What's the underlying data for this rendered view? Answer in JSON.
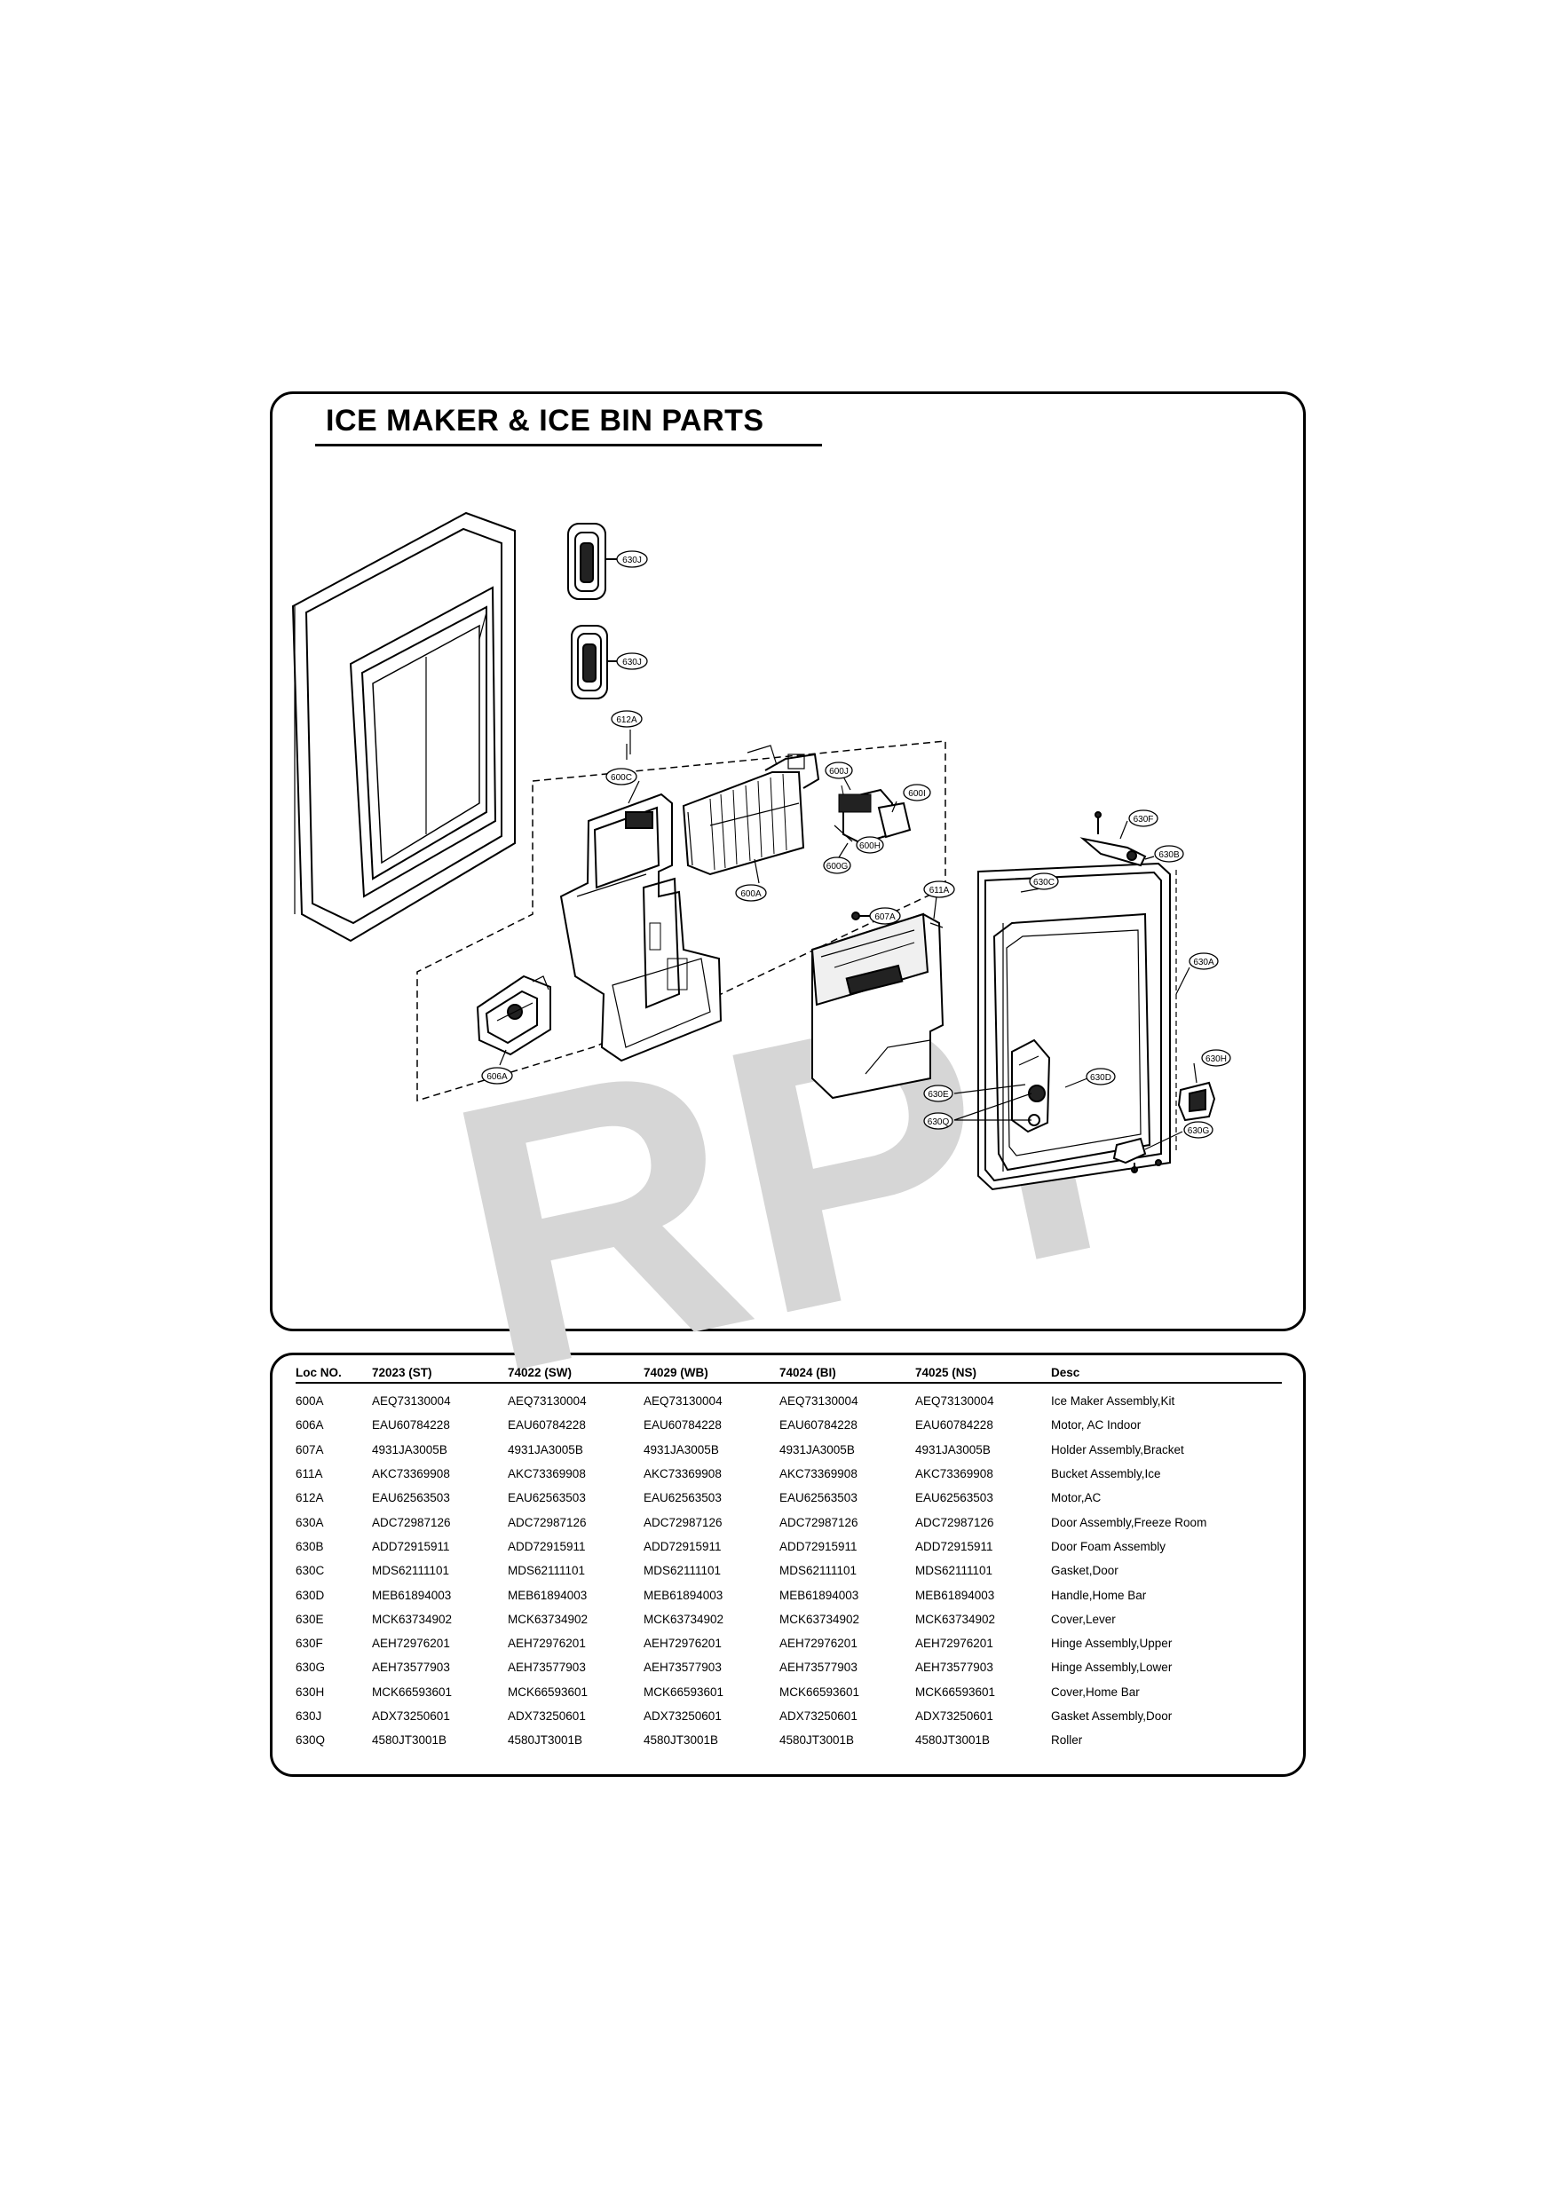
{
  "title": "ICE MAKER & ICE BIN PARTS",
  "watermark": "RPI",
  "callouts": {
    "l630J_a": "630J",
    "l630J_b": "630J",
    "l612A": "612A",
    "l600C": "600C",
    "l600J": "600J",
    "l600I": "600I",
    "l600H": "600H",
    "l600G": "600G",
    "l600A": "600A",
    "l607A": "607A",
    "l611A": "611A",
    "l606A": "606A",
    "l630F": "630F",
    "l630B": "630B",
    "l630C": "630C",
    "l630A": "630A",
    "l630H": "630H",
    "l630D": "630D",
    "l630E": "630E",
    "l630Q": "630Q",
    "l630G": "630G"
  },
  "table": {
    "headers": [
      "Loc NO.",
      "72023 (ST)",
      "74022 (SW)",
      "74029 (WB)",
      "74024 (BI)",
      "74025 (NS)",
      "Desc"
    ],
    "rows": [
      [
        "600A",
        "AEQ73130004",
        "AEQ73130004",
        "AEQ73130004",
        "AEQ73130004",
        "AEQ73130004",
        "Ice Maker Assembly,Kit"
      ],
      [
        "606A",
        "EAU60784228",
        "EAU60784228",
        "EAU60784228",
        "EAU60784228",
        "EAU60784228",
        "Motor, AC Indoor"
      ],
      [
        "607A",
        "4931JA3005B",
        "4931JA3005B",
        "4931JA3005B",
        "4931JA3005B",
        "4931JA3005B",
        "Holder Assembly,Bracket"
      ],
      [
        "611A",
        "AKC73369908",
        "AKC73369908",
        "AKC73369908",
        "AKC73369908",
        "AKC73369908",
        "Bucket Assembly,Ice"
      ],
      [
        "612A",
        "EAU62563503",
        "EAU62563503",
        "EAU62563503",
        "EAU62563503",
        "EAU62563503",
        "Motor,AC"
      ],
      [
        "630A",
        "ADC72987126",
        "ADC72987126",
        "ADC72987126",
        "ADC72987126",
        "ADC72987126",
        "Door Assembly,Freeze Room"
      ],
      [
        "630B",
        "ADD72915911",
        "ADD72915911",
        "ADD72915911",
        "ADD72915911",
        "ADD72915911",
        "Door Foam Assembly"
      ],
      [
        "630C",
        "MDS62111101",
        "MDS62111101",
        "MDS62111101",
        "MDS62111101",
        "MDS62111101",
        "Gasket,Door"
      ],
      [
        "630D",
        "MEB61894003",
        "MEB61894003",
        "MEB61894003",
        "MEB61894003",
        "MEB61894003",
        "Handle,Home Bar"
      ],
      [
        "630E",
        "MCK63734902",
        "MCK63734902",
        "MCK63734902",
        "MCK63734902",
        "MCK63734902",
        "Cover,Lever"
      ],
      [
        "630F",
        "AEH72976201",
        "AEH72976201",
        "AEH72976201",
        "AEH72976201",
        "AEH72976201",
        "Hinge Assembly,Upper"
      ],
      [
        "630G",
        "AEH73577903",
        "AEH73577903",
        "AEH73577903",
        "AEH73577903",
        "AEH73577903",
        "Hinge Assembly,Lower"
      ],
      [
        "630H",
        "MCK66593601",
        "MCK66593601",
        "MCK66593601",
        "MCK66593601",
        "MCK66593601",
        "Cover,Home Bar"
      ],
      [
        "630J",
        "ADX73250601",
        "ADX73250601",
        "ADX73250601",
        "ADX73250601",
        "ADX73250601",
        "Gasket Assembly,Door"
      ],
      [
        "630Q",
        "4580JT3001B",
        "4580JT3001B",
        "4580JT3001B",
        "4580JT3001B",
        "4580JT3001B",
        "Roller"
      ]
    ]
  }
}
